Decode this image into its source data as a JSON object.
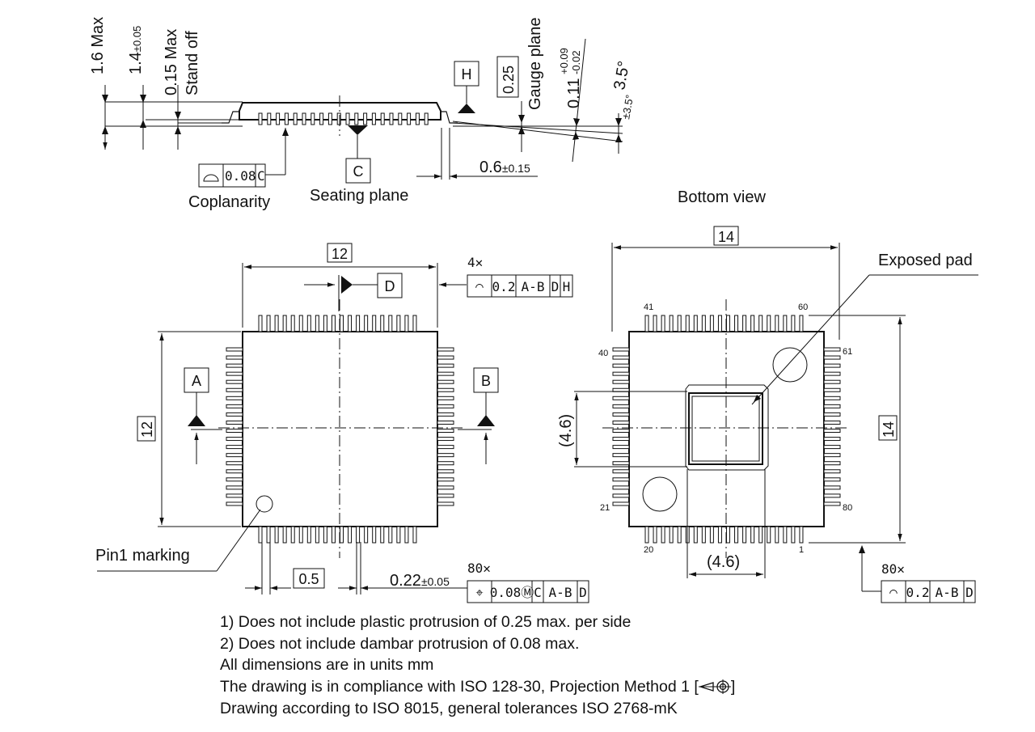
{
  "side_view": {
    "dim_height_max": "1.6 Max",
    "dim_body": "1.4",
    "dim_body_tol": "±0.05",
    "dim_standoff_max": "0.15 Max",
    "standoff_label": "Stand off",
    "datum_h": "H",
    "gauge_value": "0.25",
    "gauge_label": "Gauge plane",
    "lead_thk": "0.11",
    "lead_thk_tol_plus": "+0.09",
    "lead_thk_tol_minus": "-0.02",
    "angle": "3.5°",
    "angle_tol": "±3.5°",
    "coplanarity_value": "0.08",
    "coplanarity_ref": "C",
    "coplanarity_label": "Coplanarity",
    "datum_c": "C",
    "seating_label": "Seating plane",
    "foot_len": "0.6",
    "foot_len_tol": "±0.15"
  },
  "top_view": {
    "width": "12",
    "height": "12",
    "datum_d": "D",
    "datum_a": "A",
    "datum_b": "B",
    "profile_count": "4✕",
    "profile_frame": [
      "◠",
      "0.2",
      "A-B",
      "D",
      "H"
    ],
    "pin1_label": "Pin1 marking",
    "pitch": "0.5",
    "lead_width": "0.22",
    "lead_width_tol": "±0.05",
    "position_count": "80✕",
    "position_frame": [
      "⌖",
      "0.08Ⓜ",
      "C",
      "A-B",
      "D"
    ]
  },
  "bottom_view": {
    "title": "Bottom view",
    "width": "14",
    "height": "14",
    "exposed_pad_label": "Exposed pad",
    "pad_w": "(4.6)",
    "pad_h": "(4.6)",
    "pin_numbers": {
      "p41": "41",
      "p60": "60",
      "p40": "40",
      "p61": "61",
      "p21": "21",
      "p80": "80",
      "p20": "20",
      "p1": "1"
    },
    "profile_count": "80✕",
    "profile_frame": [
      "◠",
      "0.2",
      "A-B",
      "D"
    ]
  },
  "notes": [
    "1) Does not include plastic protrusion of 0.25 max. per side",
    "2) Does not include dambar protrusion of 0.08 max.",
    "All dimensions are in units mm",
    "The drawing is in compliance with ISO 128-30, Projection Method 1 [",
    "Drawing according to ISO 8015, general tolerances ISO 2768-mK"
  ],
  "notes_suffix": "]"
}
